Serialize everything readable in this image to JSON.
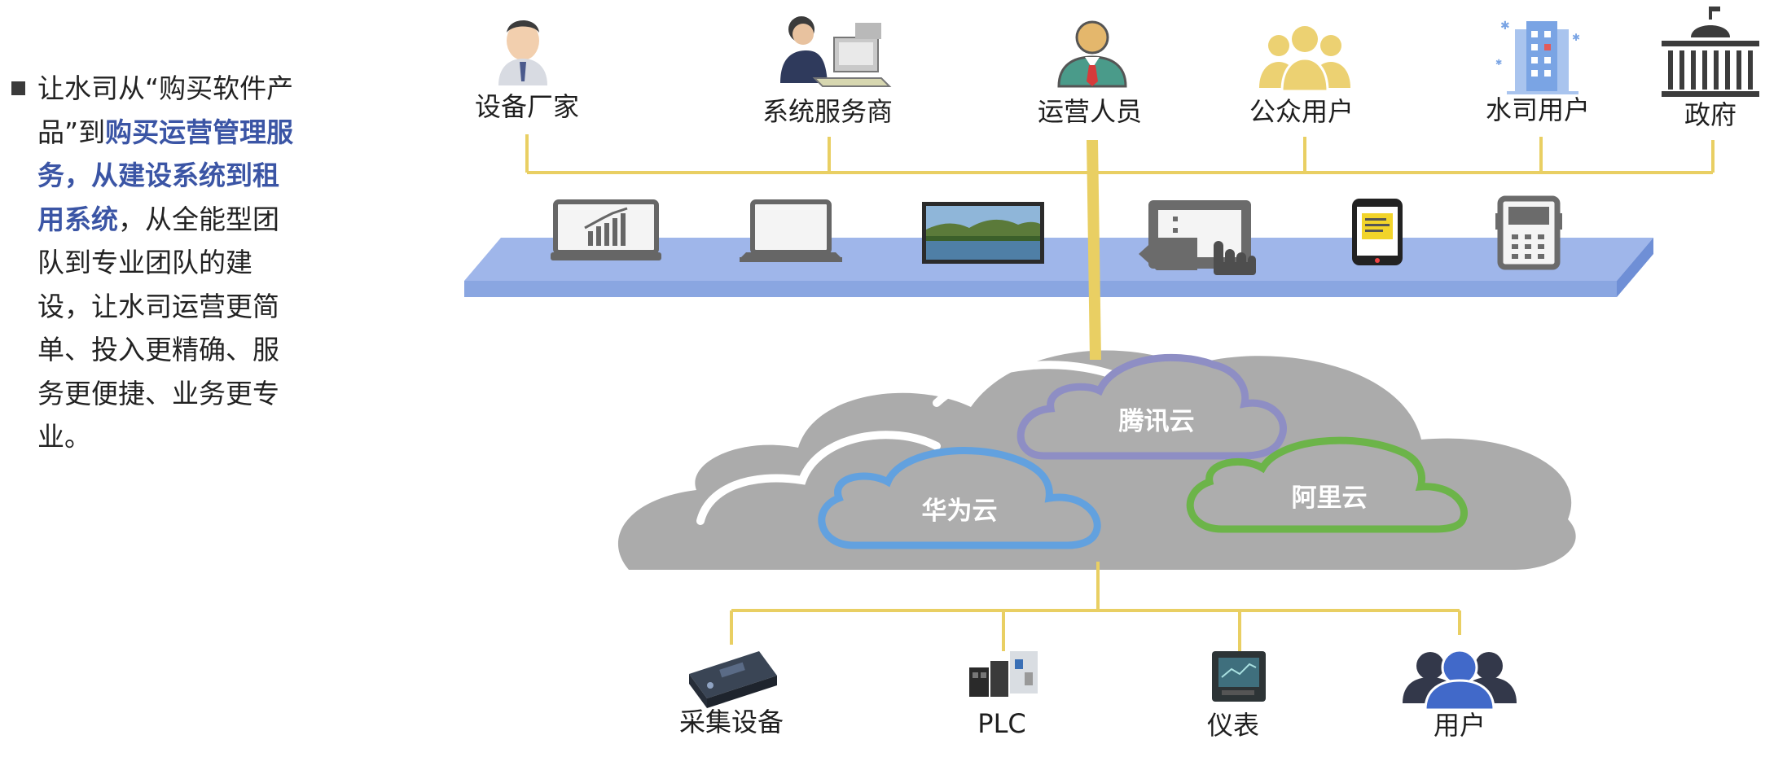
{
  "description": {
    "part1": "让水司从“购买软件产品”到",
    "highlight": "购买运营管理服务，从建设系统到租用系统",
    "part2": "，从全能型团队到专业团队的建设，让水司运营更简单、投入更精确、服务更便捷、业务更专业。"
  },
  "stakeholders": [
    "设备厂家",
    "系统服务商",
    "运营人员",
    "公众用户",
    "水司用户",
    "政府"
  ],
  "clouds": [
    "腾讯云",
    "华为云",
    "阿里云"
  ],
  "devices": [
    "采集设备",
    "PLC",
    "仪表",
    "用户"
  ],
  "terminal_icons": [
    "laptop-chart-icon",
    "laptop-icon",
    "display-screen-icon",
    "touch-panel-icon",
    "phone-icon",
    "handheld-terminal-icon"
  ],
  "colors": {
    "connector_line": "#e9cf63",
    "platform": "#8aa6e1",
    "platform_edge": "#6f8fd6",
    "main_cloud": "#ababab",
    "tencent_cloud": "#8e8ec4",
    "huawei_cloud": "#62a1df",
    "ali_cloud": "#6cb449",
    "highlight_text": "#3b55a5"
  }
}
